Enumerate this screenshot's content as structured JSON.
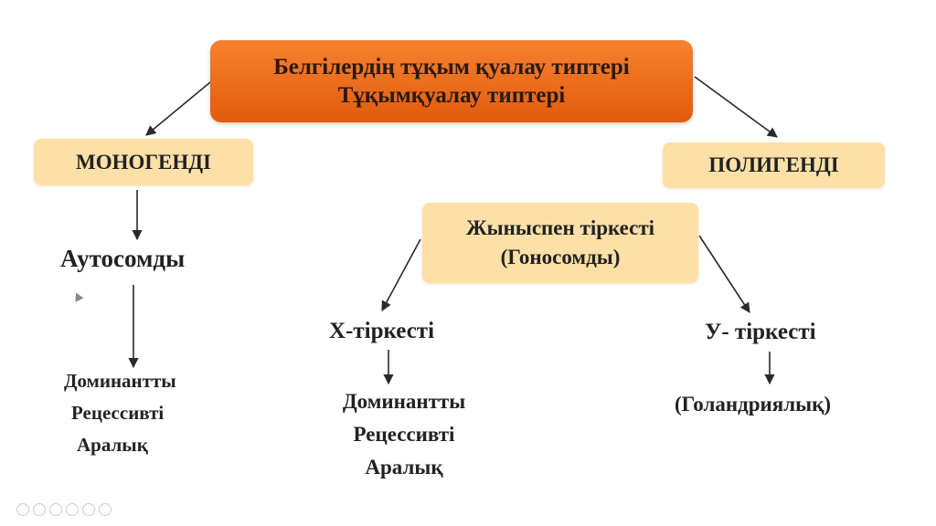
{
  "title": {
    "line1": "Белгілердің тұқым қуалау типтері",
    "line2": "Тұқымқуалау типтері"
  },
  "monogenic": {
    "label": "МОНОГЕНДІ",
    "autosomal": "Аутосомды",
    "types": [
      "Доминантты",
      "Рецессивті",
      "Аралық"
    ]
  },
  "polygenic": {
    "label": "ПОЛИГЕНДІ"
  },
  "sex_linked": {
    "line1": "Жыныспен тіркесті",
    "line2": "(Гоносомды)",
    "x_linked": {
      "label": "Х-тіркесті",
      "types": [
        "Доминантты",
        "Рецессивті",
        "Аралық"
      ]
    },
    "y_linked": {
      "label": "У- тіркесті",
      "type": "(Голандриялық)"
    }
  },
  "colors": {
    "title_fill": "#e96a1c",
    "box_fill": "#fde0a8",
    "arrow": "#2a2a2a"
  }
}
